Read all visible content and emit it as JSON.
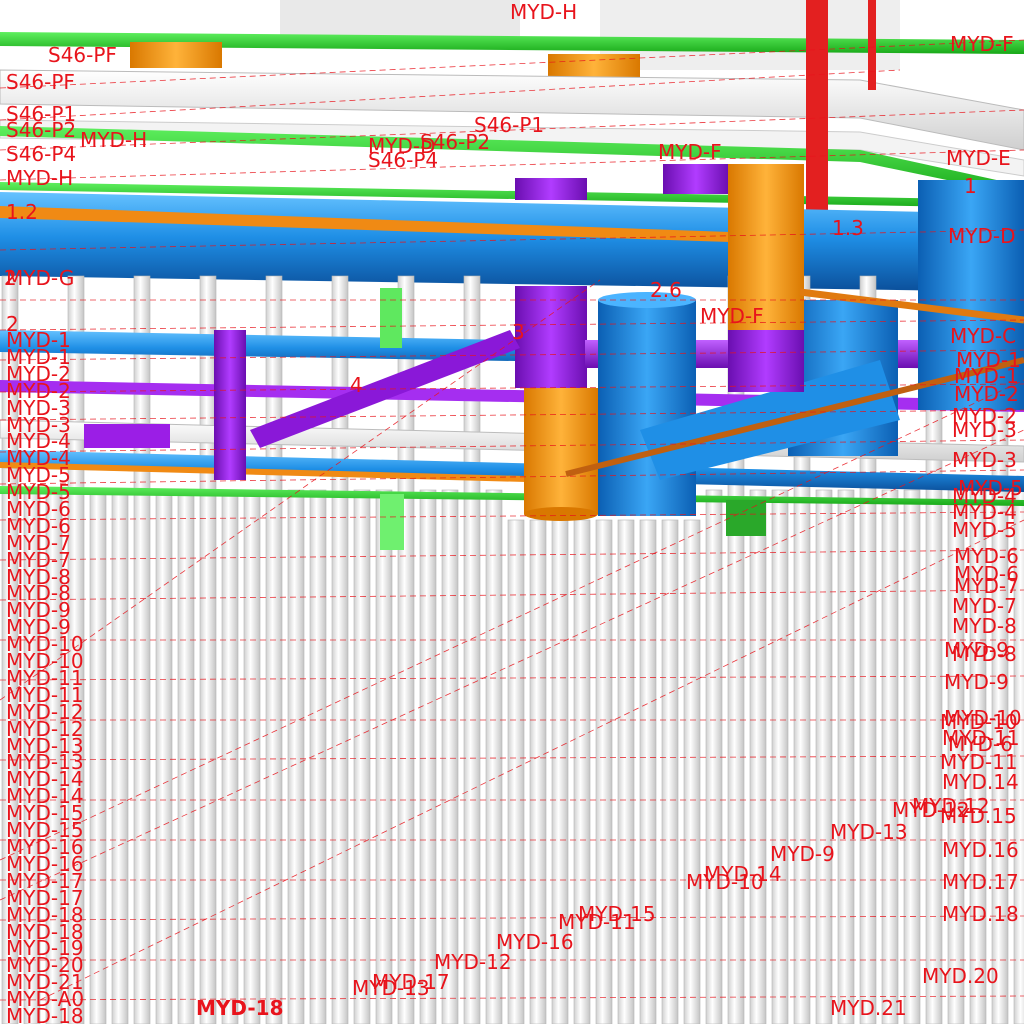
{
  "view": {
    "colors": {
      "background": "#ffffff",
      "label_red": "#e8141c",
      "pipe_blue": "#1f8fe6",
      "pipe_blue_dark": "#0b5fb3",
      "duct_orange": "#f39a12",
      "duct_purple": "#9b1ee6",
      "tray_green": "#2fd12f",
      "pier_white": "#f4f4f4",
      "pier_shadow": "#c9c9c9"
    },
    "labels": {
      "top_left": [
        "S46-PF",
        "S46-PF",
        "S46-P1",
        "S46-P2",
        "S46-P4",
        "MYD-H",
        "1.2",
        "MYD-G",
        "2"
      ],
      "top_center": [
        "MYD-H",
        "MYD-H",
        "S46-P1",
        "MYD-D",
        "S46-P2",
        "S46-P4",
        "MYD-F",
        "MYD-F",
        "1.3",
        "2.6",
        "3",
        "2",
        "4"
      ],
      "top_right": [
        "MYD-F",
        "MYD-E",
        "1",
        "MYD-D",
        "MYD-C",
        "MYD-1",
        "MYD-1",
        "MYD-2",
        "MYD-2",
        "MYD-3",
        "MYD-3",
        "MYD-4",
        "MYD-4",
        "MYD-5",
        "MYD-5",
        "MYD-6",
        "MYD-6",
        "MYD-7",
        "MYD-7",
        "MYD-8",
        "MYD-8",
        "MYD-9",
        "MYD-9",
        "MYD-10"
      ],
      "left_column": [
        "MYD-1",
        "MYD-1",
        "MYD-2",
        "MYD-2",
        "MYD-3",
        "MYD-3",
        "MYD-4",
        "MYD-4",
        "MYD-5",
        "MYD-5",
        "MYD-6",
        "MYD-6",
        "MYD-7",
        "MYD-7",
        "MYD-8",
        "MYD-8",
        "MYD-9",
        "MYD-9",
        "MYD-10",
        "MYD-10",
        "MYD-11",
        "MYD-11",
        "MYD-12",
        "MYD-12",
        "MYD-13",
        "MYD-13",
        "MYD-14",
        "MYD-14",
        "MYD-15",
        "MYD-15",
        "MYD-16",
        "MYD-16",
        "MYD-17",
        "MYD-17",
        "MYD-18",
        "MYD-18",
        "MYD-19",
        "MYD-20",
        "MYD-21",
        "MYD-A0",
        "MYD-18"
      ],
      "bottom_center": [
        "MYD-15",
        "MYD-11",
        "MYD-16",
        "MYD-12",
        "MYD-17",
        "MYD-13",
        "MYD-18",
        "MYD-14",
        "MYD-10",
        "MYD-9",
        "MYD-13",
        "MYD-12"
      ],
      "right_column": [
        "MYD-10",
        "MYD-11",
        "MYD-6",
        "MYD-11",
        "MYD.14",
        "MYD-12",
        "MYD.15",
        "MYD.16",
        "MYD.17",
        "MYD.18",
        "MYD.20",
        "MYD.21"
      ]
    }
  }
}
